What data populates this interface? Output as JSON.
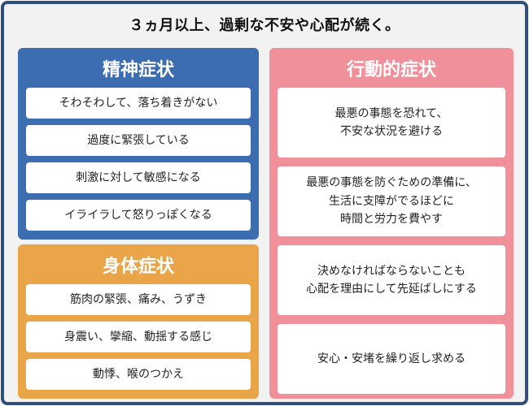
{
  "title": "３ヵ月以上、過剰な不安や心配が続く。",
  "colors": {
    "frame_border": "#2f4f7f",
    "background": "#f2f2f2",
    "mental": "#3c6db0",
    "physical": "#e9a548",
    "behavior": "#f0909a"
  },
  "mental": {
    "title": "精神症状",
    "items": [
      "そわそわして、落ち着きがない",
      "過度に緊張している",
      "刺激に対して敏感になる",
      "イライラして怒りっぽくなる"
    ]
  },
  "physical": {
    "title": "身体症状",
    "items": [
      "筋肉の緊張、痛み、うずき",
      "身震い、攣縮、動揺する感じ",
      "動悸、喉のつかえ"
    ]
  },
  "behavior": {
    "title": "行動的症状",
    "items": [
      {
        "line1": "最悪の事態を恐れて、",
        "line2": "不安な状況を避ける",
        "line3": ""
      },
      {
        "line1": "最悪の事態を防ぐための準備に、",
        "line2": "生活に支障がでるほどに",
        "line3": "時間と労力を費やす"
      },
      {
        "line1": "決めなければならないことも",
        "line2": "心配を理由にして先延ばしにする",
        "line3": ""
      },
      {
        "line1": "安心・安堵を繰り返し求める",
        "line2": "",
        "line3": ""
      }
    ]
  }
}
